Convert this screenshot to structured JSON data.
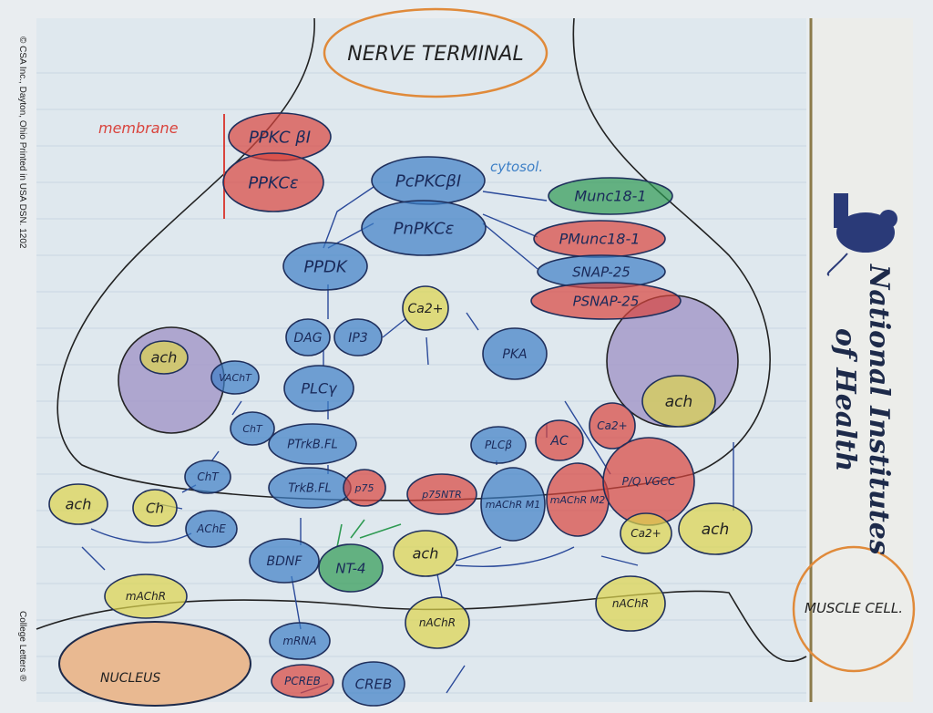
{
  "title": "NERVE TERMINAL",
  "labels": {
    "membrane": "membrane",
    "cytosol": "cytosol.",
    "muscle_cell": "MUSCLE CELL.",
    "nucleus": "NUCLEUS"
  },
  "paper": {
    "copyright": "© CSA Inc., Dayton, Ohio Printed in USA  DSN. 1202",
    "college_letters": "College Letters ®",
    "nih_line1": "National Institutes",
    "nih_line2": "of Health"
  },
  "nodes": {
    "ppkc_bi": "PPKC βI",
    "ppkc_e": "PPKCε",
    "c_pkc_bi": "PcPKCβI",
    "n_pkc_e": "PnPKCε",
    "munc18": "Munc18-1",
    "pmunc18": "PMunc18-1",
    "snap25": "SNAP-25",
    "psnap25": "PSNAP-25",
    "ppdk": "PPDK",
    "dag": "DAG",
    "ip3": "IP3",
    "ca_cyto": "Ca2+",
    "ach_vesicle_left": "ach",
    "vacht": "VAChT",
    "cht_top": "ChT",
    "plcg": "PLCγ",
    "ptrkb": "PTrkB.FL",
    "trkb": "TrkB.FL",
    "cht_mid": "ChT",
    "ach_left": "ach",
    "ch": "Ch",
    "ache": "AChE",
    "machr_left": "mAChR",
    "bdnf": "BDNF",
    "nt4": "NT-4",
    "pka": "PKA",
    "pkc_beta": "PLCβ",
    "machr_m1": "mAChR M1",
    "ac": "AC",
    "ca_right": "Ca2+",
    "machr_m2": "mAChR M2",
    "p_vgcc": "P/Q VGCC",
    "ach_vesicle_right": "ach",
    "ach_mid": "ach",
    "ca_synapse": "Ca2+",
    "ach_right": "ach",
    "nachr_mid": "nAChR",
    "nachr_right": "nAChR",
    "mrna": "mRNA",
    "pcreb": "PCREB",
    "creb": "CREB",
    "p75": "p75",
    "p75ntr": "p75NTR"
  },
  "colors": {
    "red": "#d9443d",
    "blue": "#3d7fc6",
    "green": "#2e9a52",
    "yellow": "#ddd44c",
    "orange": "#e08a3a",
    "purple": "#8b7fb8"
  }
}
